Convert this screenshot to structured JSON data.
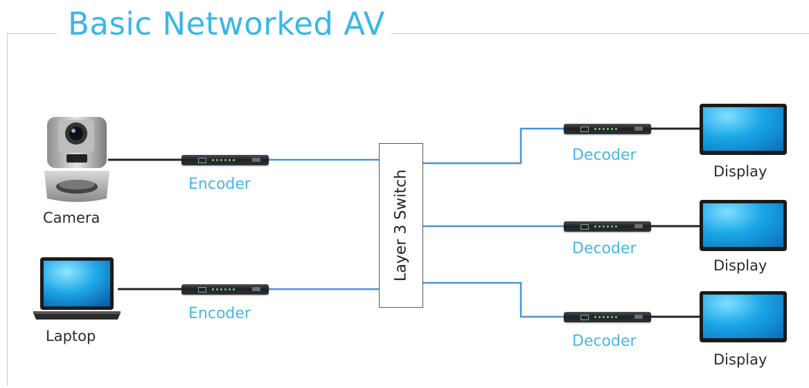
{
  "title": "Basic Networked AV",
  "sources": {
    "camera": {
      "label": "Camera",
      "icon": "camera-icon"
    },
    "laptop": {
      "label": "Laptop",
      "icon": "laptop-icon"
    }
  },
  "encoders": [
    {
      "label": "Encoder"
    },
    {
      "label": "Encoder"
    }
  ],
  "switch": {
    "label": "Layer 3 Switch"
  },
  "decoders": [
    {
      "label": "Decoder"
    },
    {
      "label": "Decoder"
    },
    {
      "label": "Decoder"
    }
  ],
  "displays": [
    {
      "label": "Display",
      "icon": "display-icon"
    },
    {
      "label": "Display",
      "icon": "display-icon"
    },
    {
      "label": "Display",
      "icon": "display-icon"
    }
  ],
  "colors": {
    "accent": "#39b6ea",
    "network_line": "#4a90d9",
    "av_line": "#222222",
    "frame": "#c9c9c9"
  }
}
